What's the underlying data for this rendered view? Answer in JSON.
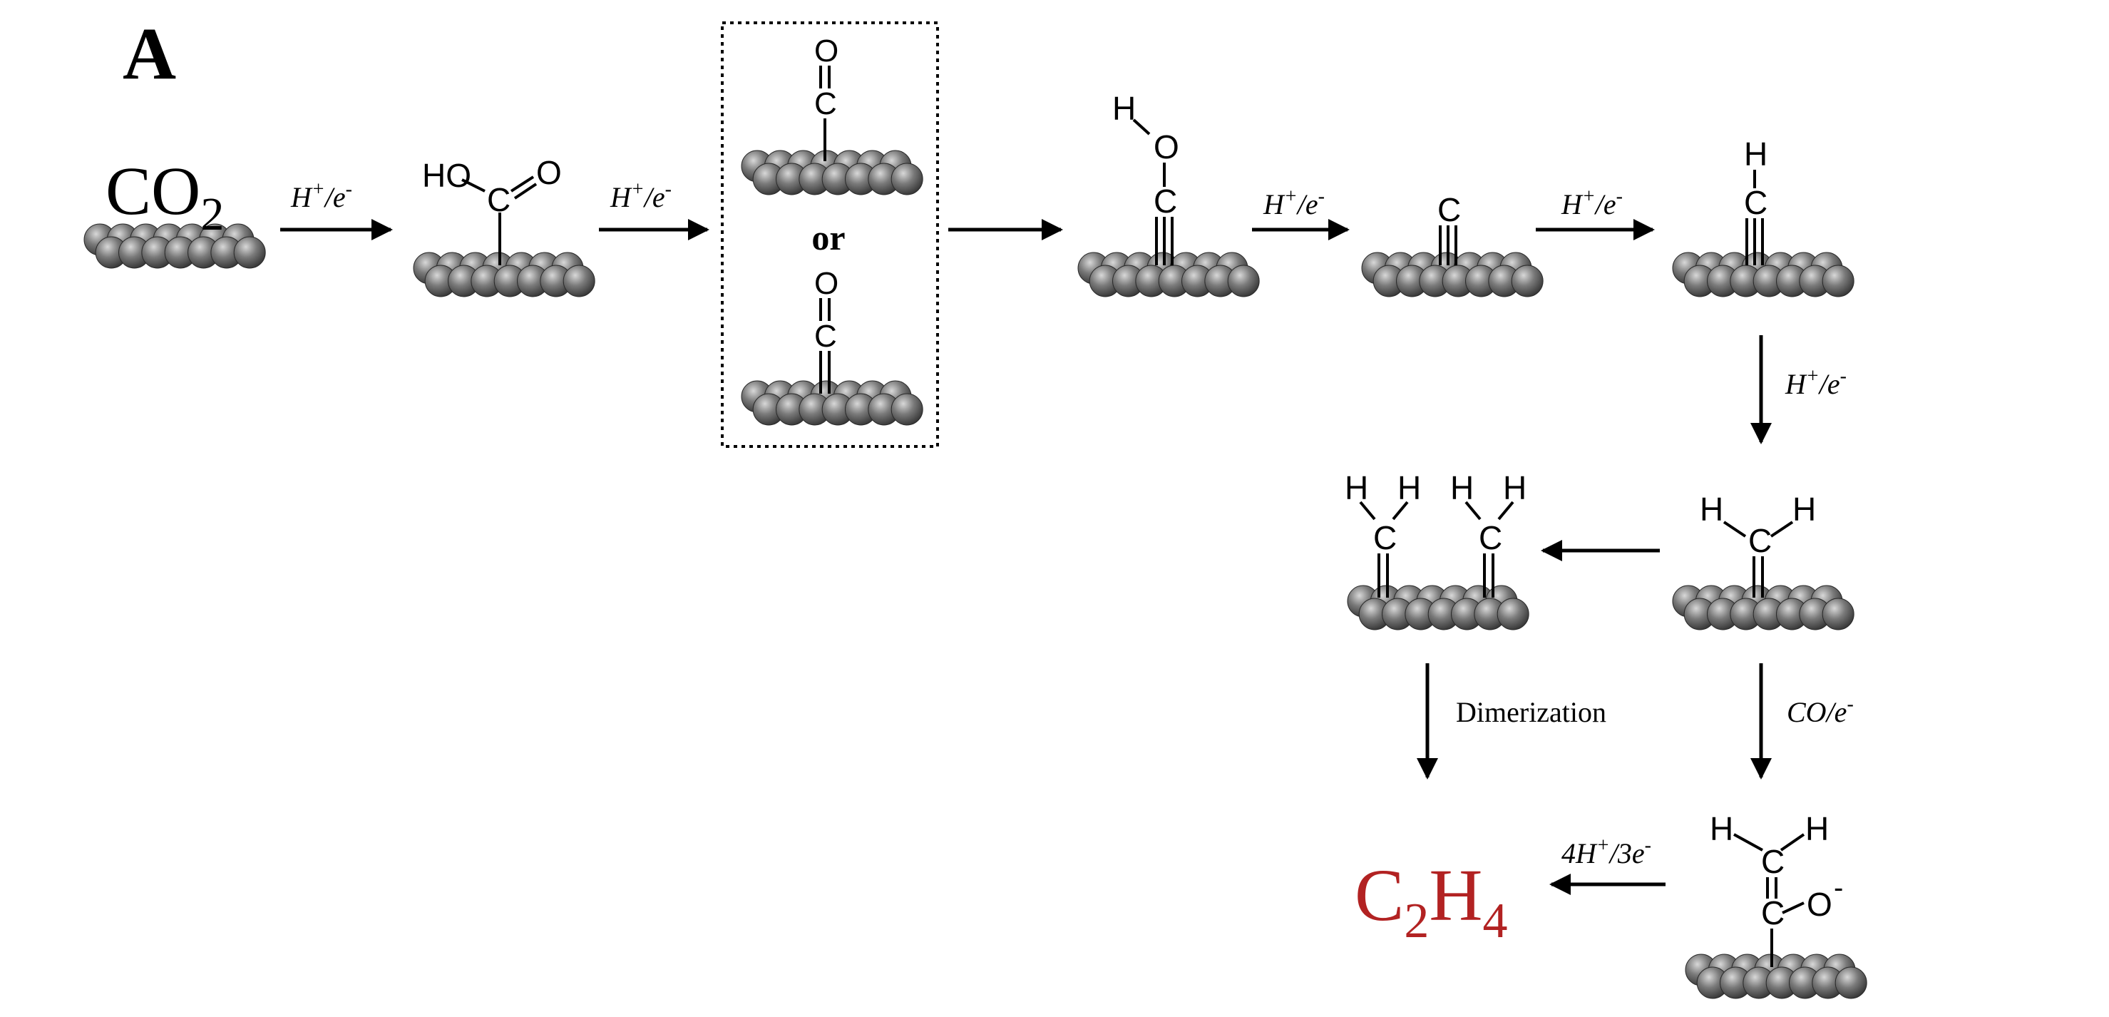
{
  "panel_label": "A",
  "species": {
    "co2": {
      "main": "CO",
      "sub": "2"
    },
    "c2h4": {
      "c": "C",
      "c_sub": "2",
      "h": "H",
      "h_sub": "4"
    }
  },
  "atoms": {
    "H": "H",
    "O": "O",
    "C": "C",
    "HO": "HO"
  },
  "connector_or": "or",
  "steps": {
    "proton_electron": {
      "base": "H",
      "sup": "+",
      "mid": "/e",
      "sup2": "-"
    },
    "dimerization": "Dimerization",
    "co_electron": {
      "base": "CO/e",
      "sup": "-"
    },
    "four_h_three_e": {
      "base": "4H",
      "sup": "+",
      "mid": "/3e",
      "sup2": "-"
    }
  },
  "charges": {
    "anion": "-"
  },
  "colors": {
    "text": "#000000",
    "product": "#b22222",
    "sphere_dark": "#3a3a3a",
    "sphere_light": "#9a9a9a",
    "box_border": "#000000"
  }
}
